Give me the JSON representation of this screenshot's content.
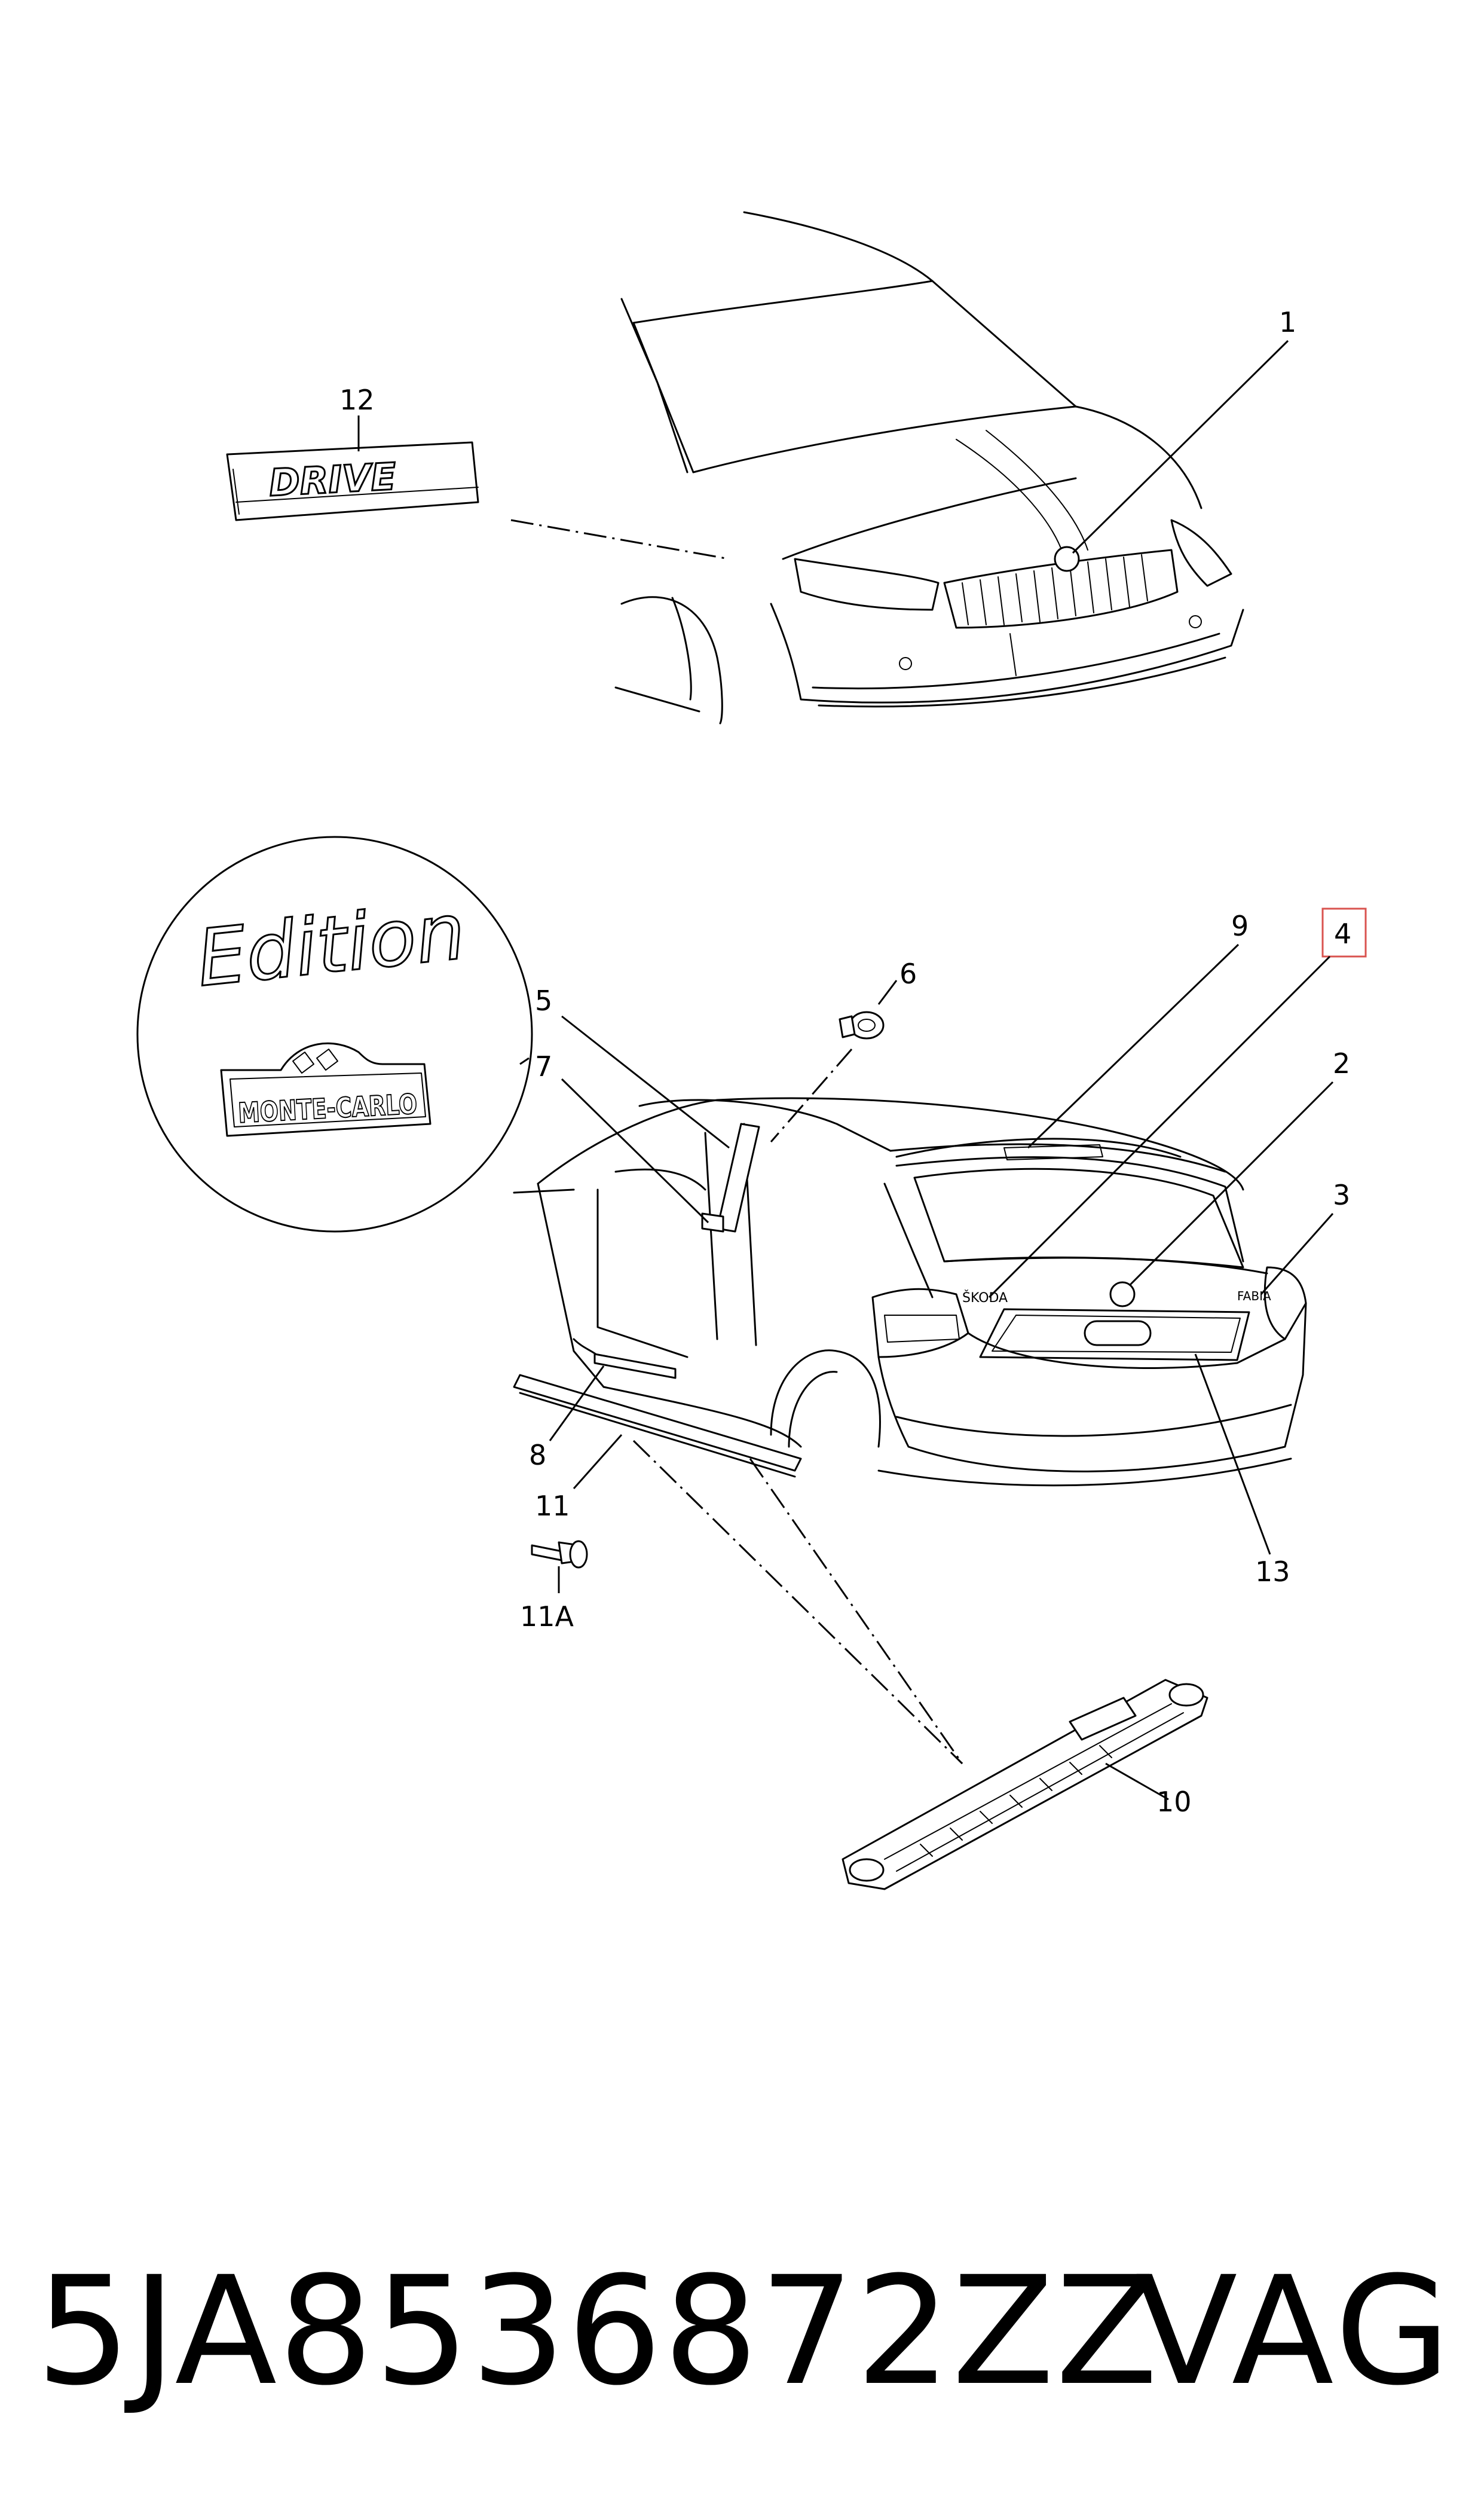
{
  "footer": {
    "part_number": "5JA853687 2ZZ",
    "part_number_full": "5JA8536872ZZ",
    "brand": "VAG"
  },
  "callouts": {
    "c1": "1",
    "c2": "2",
    "c3": "3",
    "c4": "4",
    "c5": "5",
    "c6": "6",
    "c7": "7",
    "c8": "8",
    "c9": "9",
    "c10": "10",
    "c11": "11",
    "c11a": "11A",
    "c12": "12",
    "c13": "13"
  },
  "badges": {
    "drive": "DRIVE",
    "edition": "Edition",
    "monte_carlo": "MONTE-CARLO",
    "skoda": "ŠKODA",
    "fabia": "FABIA"
  },
  "colors": {
    "highlight_box": "#d9534f",
    "line": "#000000",
    "background": "#ffffff"
  }
}
